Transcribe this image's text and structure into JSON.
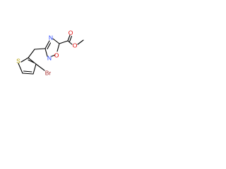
{
  "molecule": {
    "atoms": {
      "S": "S",
      "Br": "Br",
      "N_top": "N",
      "N_ring": "N",
      "O_ring": "O",
      "O_carbonyl": "O",
      "O_ester": "O"
    },
    "colors": {
      "bond": "#000000",
      "S": "#b5a000",
      "Br": "#a52a2a",
      "N": "#1f3fff",
      "O": "#e00000"
    }
  }
}
